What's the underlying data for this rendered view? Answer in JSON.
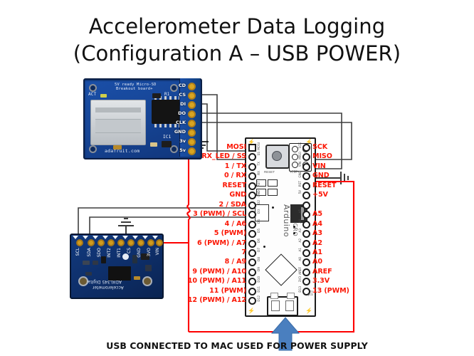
{
  "title": {
    "line1": "Accelerometer  Data Logging",
    "line2": "(Configuration A – USB POWER)"
  },
  "caption": "USB CONNECTED TO MAC USED FOR POWER SUPPLY",
  "colors": {
    "pin_label_red": "#fb1705",
    "power_wire": "#fe0000",
    "signal_wire": "#3f3f3f",
    "arrow_blue": "#4a7fbf",
    "board_blue": "#174697"
  },
  "sd_board": {
    "name": "micro-sd-breakout",
    "silk_line1": "5V ready Micro-SD",
    "silk_line2": "Breakout board+",
    "act_label": "ACT",
    "r1_label": "R1",
    "ic_label": "IC1",
    "brand": "adafruit.com",
    "pins": [
      "CD",
      "CS",
      "DI",
      "DO",
      "CLK",
      "GND",
      "3v",
      "5v"
    ]
  },
  "accelerometer": {
    "name": "adxl345-breakout",
    "silk_line1": "ADXL345 Digital",
    "silk_line2": "Accelerometer",
    "pins": [
      "SCL",
      "SDA",
      "SDO",
      "INT2",
      "INT1",
      "CS",
      "GND",
      "3VO",
      "VIN"
    ]
  },
  "arduino": {
    "name": "arduino-micro",
    "brand": "Arduino",
    "model": "MICRO",
    "icsp_label": "ICSP",
    "reset_label": "RESET",
    "pcb_label_line1": "2012V",
    "pcb_label_line2": "pcb",
    "left_pins": [
      "MOSI",
      "RX_LED / SS",
      "1 / TX",
      "0 / RX",
      "RESET",
      "GND",
      "2 / SDA",
      "3 (PWM) / SCL",
      "4 / A6",
      "5 (PWM)",
      "6 (PWM) / A7",
      "7",
      "8 / A9",
      "9 (PWM) / A10",
      "10 (PWM) / A11",
      "11 (PWM)",
      "12 (PWM) / A12"
    ],
    "left_pads": [
      "MOSI",
      "SS",
      "TX",
      "RX",
      "RST",
      "GND",
      "D2",
      "D3",
      "D4",
      "D5",
      "D6",
      "D7",
      "D8",
      "D9",
      "D10",
      "D11",
      "D12"
    ],
    "right_pins": [
      "SCK",
      "MISO",
      "VIN",
      "GND",
      "RESET",
      "+5V",
      "",
      "A5",
      "A4",
      "A3",
      "A2",
      "A1",
      "A0",
      "AREF",
      "3.3V",
      "13 (PWM)"
    ],
    "right_pads": [
      "SCK",
      "MISO",
      "VIN",
      "GND",
      "RST",
      "5V",
      "",
      "A5",
      "A4",
      "A3",
      "A2",
      "A1",
      "A0",
      "AREF",
      "3V3",
      "D13"
    ]
  },
  "connections": [
    {
      "from": "SD CS",
      "to": "Arduino RX_LED / SS",
      "type": "signal"
    },
    {
      "from": "SD DI",
      "to": "Arduino MOSI",
      "type": "signal"
    },
    {
      "from": "SD DO",
      "to": "Arduino MISO",
      "type": "signal"
    },
    {
      "from": "SD CLK",
      "to": "Arduino SCK",
      "type": "signal"
    },
    {
      "from": "SD GND",
      "to": "Ground",
      "type": "ground"
    },
    {
      "from": "SD 5v",
      "to": "Arduino +5V",
      "type": "power"
    },
    {
      "from": "ADXL SCL",
      "to": "Arduino 3 (PWM) / SCL",
      "type": "signal"
    },
    {
      "from": "ADXL SDA",
      "to": "Arduino 2 / SDA",
      "type": "signal"
    },
    {
      "from": "ADXL GND",
      "to": "Ground",
      "type": "ground"
    },
    {
      "from": "ADXL VIN",
      "to": "Arduino +5V",
      "type": "power"
    },
    {
      "from": "Arduino GND",
      "to": "Ground",
      "type": "ground"
    }
  ]
}
